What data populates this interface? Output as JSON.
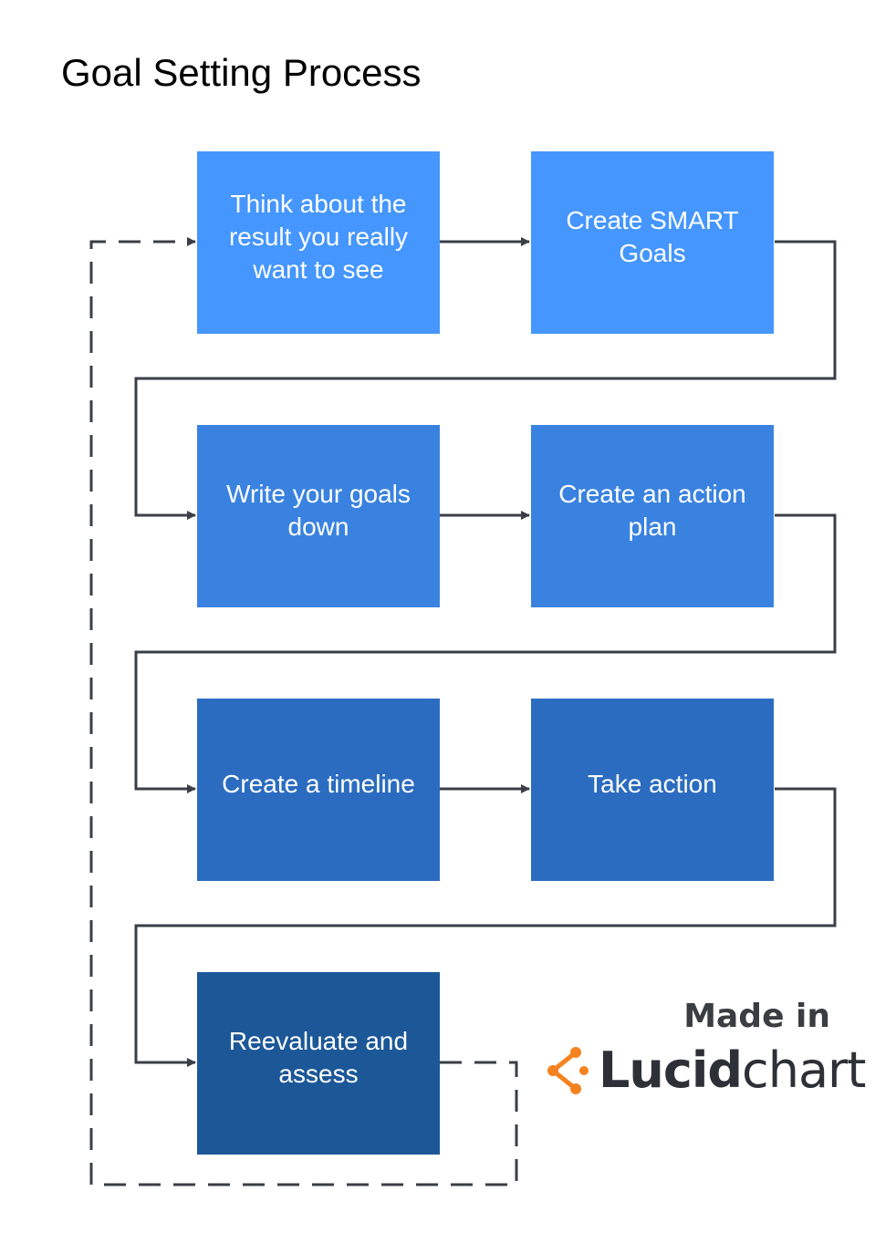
{
  "title": "Goal Setting Process",
  "steps": [
    {
      "label": "Think about the result you really want to see",
      "color": "#4596fe"
    },
    {
      "label": "Create SMART Goals",
      "color": "#4596fe"
    },
    {
      "label": "Write your goals down",
      "color": "#3a82e0"
    },
    {
      "label": "Create an action plan",
      "color": "#3a82e0"
    },
    {
      "label": "Create a timeline",
      "color": "#2b6cc0"
    },
    {
      "label": "Take action",
      "color": "#2b6cc0"
    },
    {
      "label": "Reevaluate and assess",
      "color": "#1c5798"
    }
  ],
  "connector_color": "#3a3f47",
  "brand": {
    "made_in": "Made in",
    "name_bold": "Lucid",
    "name_light": "chart",
    "accent_color": "#f58220"
  }
}
